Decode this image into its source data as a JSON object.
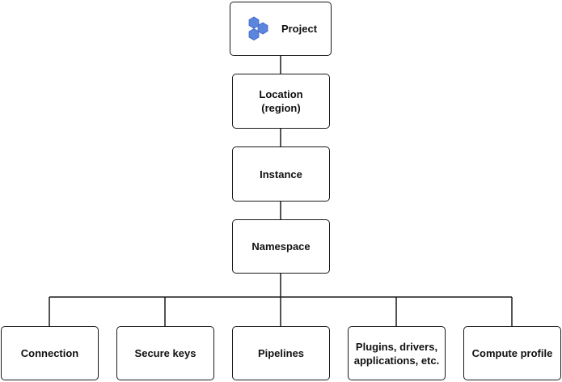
{
  "colors": {
    "icon_blue": "#5c85de",
    "icon_blue_dark": "#3b66c4",
    "line": "#1a1a1a"
  },
  "nodes": {
    "project": {
      "label": "Project",
      "icon": "hexagon-cluster-icon"
    },
    "location": {
      "label": "Location\n(region)"
    },
    "instance": {
      "label": "Instance"
    },
    "namespace": {
      "label": "Namespace"
    },
    "children": [
      {
        "label": "Connection"
      },
      {
        "label": "Secure keys"
      },
      {
        "label": "Pipelines"
      },
      {
        "label": "Plugins, drivers,\napplications, etc."
      },
      {
        "label": "Compute profile"
      }
    ]
  }
}
